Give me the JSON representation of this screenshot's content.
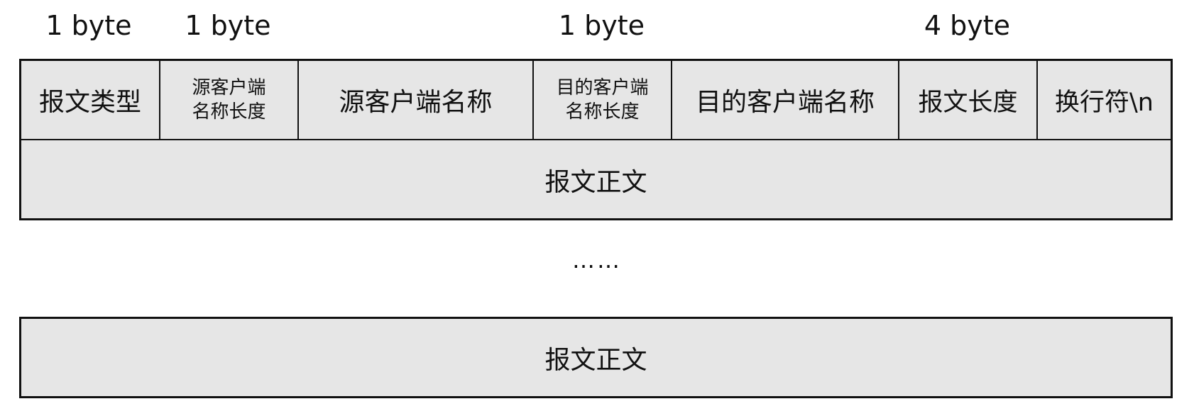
{
  "size_labels": [
    "1 byte",
    "1 byte",
    "1 byte",
    "4 byte"
  ],
  "header_fields": {
    "msg_type": "报文类型",
    "src_name_len_line1": "源客户端",
    "src_name_len_line2": "名称长度",
    "src_name": "源客户端名称",
    "dst_name_len_line1": "目的客户端",
    "dst_name_len_line2": "名称长度",
    "dst_name": "目的客户端名称",
    "msg_length": "报文长度",
    "newline": "换行符\\n"
  },
  "body_label": "报文正文",
  "ellipsis": "……",
  "last_body_label": "报文正文"
}
